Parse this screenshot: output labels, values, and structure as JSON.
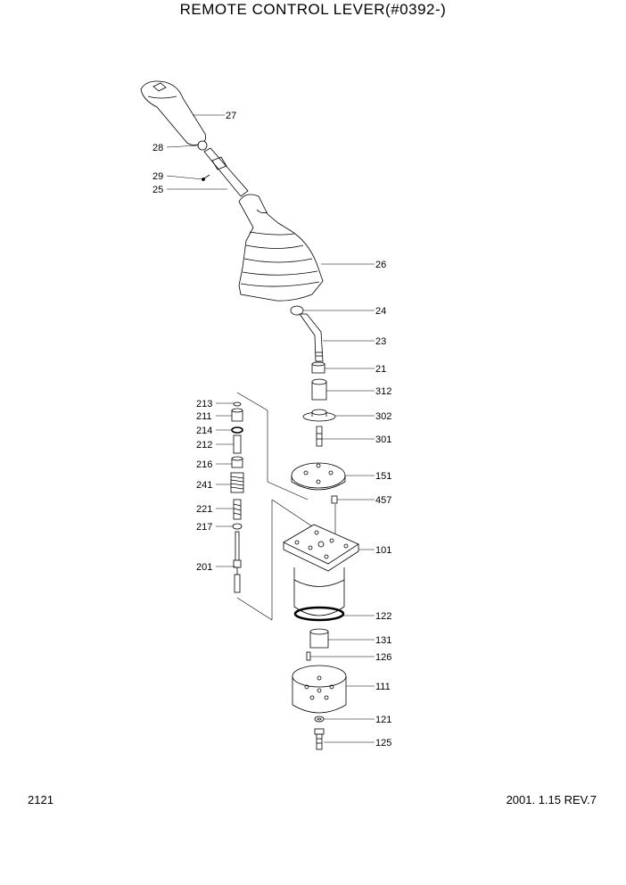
{
  "title": "REMOTE CONTROL LEVER(#0392-)",
  "footer": {
    "page_number": "2121",
    "revision": "2001. 1.15 REV.7"
  },
  "callouts": {
    "c27": "27",
    "c28": "28",
    "c29": "29",
    "c25": "25",
    "c26": "26",
    "c24": "24",
    "c23": "23",
    "c21": "21",
    "c312": "312",
    "c302": "302",
    "c301": "301",
    "c151": "151",
    "c457": "457",
    "c101": "101",
    "c122": "122",
    "c131": "131",
    "c126": "126",
    "c111": "111",
    "c121": "121",
    "c125": "125",
    "c213": "213",
    "c211": "211",
    "c214": "214",
    "c212": "212",
    "c216": "216",
    "c241": "241",
    "c221": "221",
    "c217": "217",
    "c201": "201"
  }
}
